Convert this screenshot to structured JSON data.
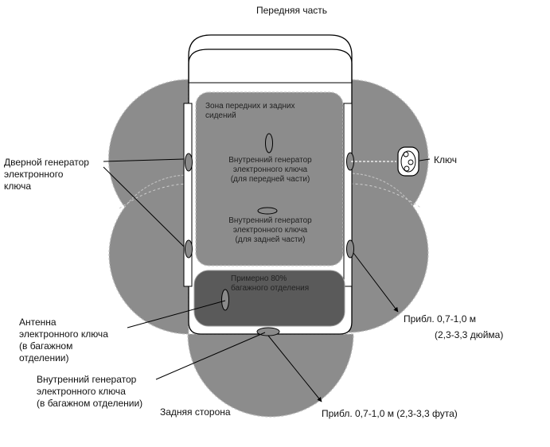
{
  "labels": {
    "front": "Передняя часть",
    "rear": "Задняя сторона",
    "key": "Ключ",
    "door_gen": [
      "Дверной генератор",
      "электронного",
      "ключа"
    ],
    "seat_zone": [
      "Зона передних и задних",
      "сидений"
    ],
    "int_front": [
      "Внутренний генератор",
      "электронного ключа",
      "(для передней части)"
    ],
    "int_rear": [
      "Внутренний генератор",
      "электронного ключа",
      "(для задней части)"
    ],
    "luggage_pct": [
      "Примерно 80%",
      "багажного отделения"
    ],
    "antenna": [
      "Антенна",
      "электронного ключа",
      "(в багажном",
      "отделении)"
    ],
    "int_luggage": [
      "Внутренний генератор",
      "электронного ключа",
      "(в багажном отделении)"
    ],
    "range_side": [
      "Прибл. 0,7-1,0 м",
      "(2,3-3,3 дюйма)"
    ],
    "range_rear": "Прибл. 0,7-1,0 м (2,3-3,3 фута)"
  },
  "colors": {
    "zone_fill": "#8c8c8c",
    "luggage_fill": "#5a5a5a",
    "line": "#000000",
    "background": "#ffffff"
  },
  "icons": {
    "key_fob": "key-fob-icon",
    "generator": "oval-antenna"
  }
}
